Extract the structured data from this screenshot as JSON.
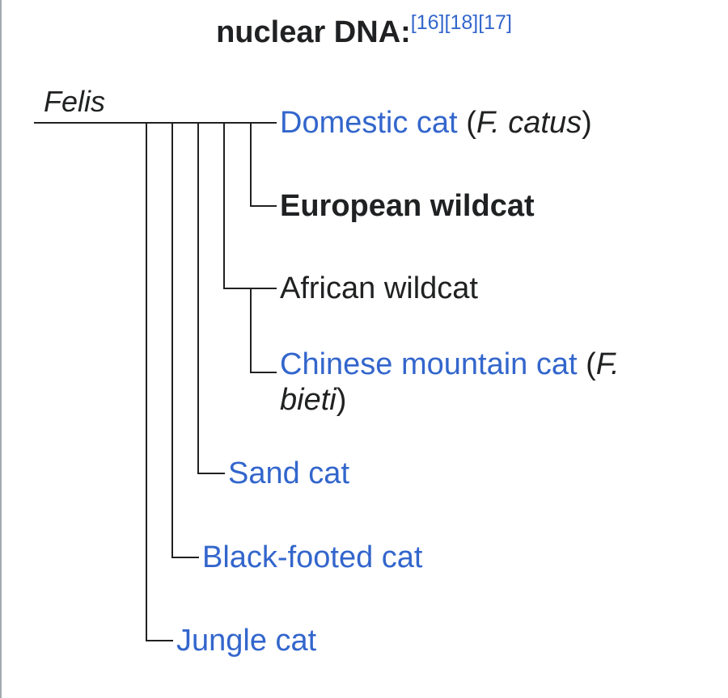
{
  "title": {
    "text": "nuclear DNA:",
    "refs": [
      "[16]",
      "[18]",
      "[17]"
    ]
  },
  "genus": "Felis",
  "leaves": [
    {
      "name": "Domestic cat",
      "species": "F. catus",
      "link": true
    },
    {
      "name": "European wildcat",
      "bold": true,
      "link": false
    },
    {
      "name": "African wildcat",
      "link": false
    },
    {
      "name": "Chinese mountain cat",
      "species_part1": "F.",
      "species_part2": "bieti",
      "link": true
    },
    {
      "name": "Sand cat",
      "link": true
    },
    {
      "name": "Black-footed cat",
      "link": true
    },
    {
      "name": "Jungle cat",
      "link": true
    }
  ],
  "colors": {
    "link": "#3366cc",
    "text": "#202122",
    "line": "#202122",
    "border": "#a2a9b1"
  }
}
